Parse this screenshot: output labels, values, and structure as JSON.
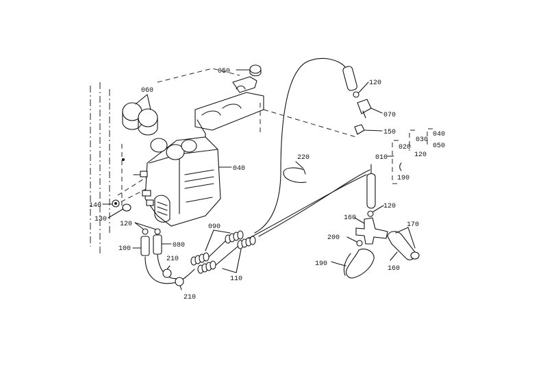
{
  "labels": {
    "p050": "050",
    "p060": "060",
    "p040": "040",
    "p120a": "120",
    "p070a": "070",
    "p150": "150",
    "p220": "220",
    "p040b": "040",
    "p030": "030",
    "p020": "020",
    "p050b": "050",
    "p010": "010",
    "p120b": "120",
    "p190a": "190",
    "p120c": "120",
    "p140": "140",
    "p130": "130",
    "p120d": "120",
    "p090": "090",
    "p100": "100",
    "p080": "080",
    "p210a": "210",
    "p110": "110",
    "p210b": "210",
    "p160a": "160",
    "p170": "170",
    "p200": "200",
    "p190b": "190",
    "p160b": "160"
  }
}
